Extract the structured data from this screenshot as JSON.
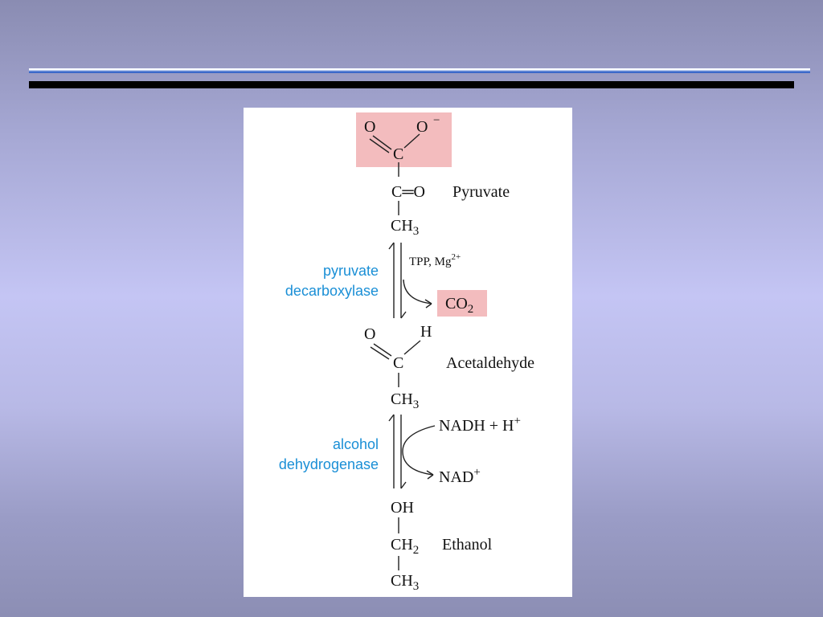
{
  "pathway": {
    "pyruvate": {
      "name": "Pyruvate",
      "carboxyl_o1": "O",
      "carboxyl_o2": "O",
      "carboxyl_charge": "−",
      "carboxyl_c": "C",
      "carbonyl": "C═O",
      "methyl": "CH",
      "methyl_sub": "3"
    },
    "step1": {
      "enzyme_line1": "pyruvate",
      "enzyme_line2": "decarboxylase",
      "cofactors": "TPP, Mg",
      "cofactor_charge": "2+",
      "product_co2": "CO",
      "product_co2_sub": "2"
    },
    "acetaldehyde": {
      "name": "Acetaldehyde",
      "o": "O",
      "h": "H",
      "c": "C",
      "methyl": "CH",
      "methyl_sub": "3"
    },
    "step2": {
      "enzyme_line1": "alcohol",
      "enzyme_line2": "dehydrogenase",
      "reactant": "NADH + H",
      "reactant_charge": "+",
      "product": "NAD",
      "product_charge": "+"
    },
    "ethanol": {
      "name": "Ethanol",
      "oh": "OH",
      "ch2": "CH",
      "ch2_sub": "2",
      "methyl": "CH",
      "methyl_sub": "3"
    }
  },
  "colors": {
    "enzyme_text": "#1a8fd6",
    "highlight": "#f3bcbe"
  }
}
